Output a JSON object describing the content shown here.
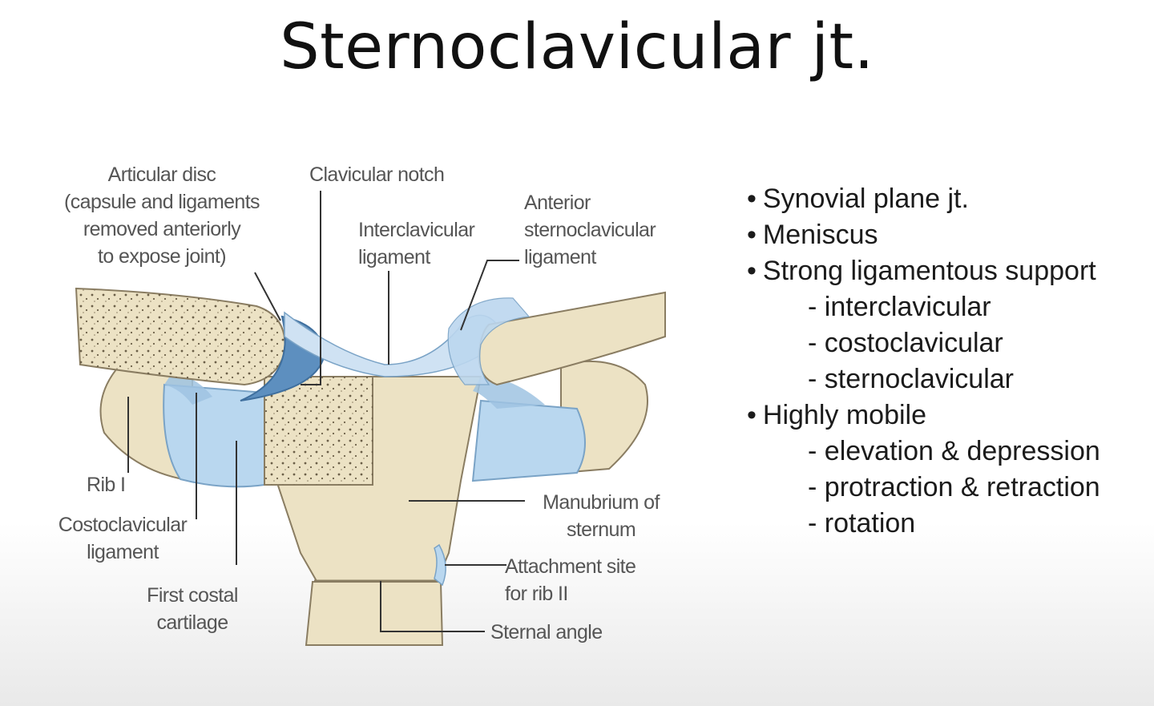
{
  "title": "Sternoclavicular jt.",
  "labels": {
    "articular_disc": "Articular disc\n(capsule and ligaments\nremoved anteriorly\nto  expose joint)",
    "clavicular_notch": "Clavicular notch",
    "interclavicular_ligament": "Interclavicular\nligament",
    "anterior_sternoclavicular_ligament": "Anterior\nsternoclavicular\nligament",
    "rib_i": "Rib I",
    "costoclavicular_ligament": "Costoclavicular\nligament",
    "first_costal_cartilage": "First costal\ncartilage",
    "manubrium": "Manubrium of\nsternum",
    "attachment_site": "Attachment site\nfor rib II",
    "sternal_angle": "Sternal angle"
  },
  "bullets": [
    {
      "level": 1,
      "text": "Synovial plane jt."
    },
    {
      "level": 1,
      "text": "Meniscus"
    },
    {
      "level": 1,
      "text": "Strong ligamentous support"
    },
    {
      "level": 2,
      "text": "interclavicular"
    },
    {
      "level": 2,
      "text": "costoclavicular"
    },
    {
      "level": 2,
      "text": "sternoclavicular"
    },
    {
      "level": 1,
      "text": "Highly mobile"
    },
    {
      "level": 2,
      "text": "elevation & depression"
    },
    {
      "level": 2,
      "text": "protraction & retraction"
    },
    {
      "level": 2,
      "text": "rotation"
    }
  ],
  "colors": {
    "bone": "#ece2c4",
    "bone_outline": "#8a7d62",
    "cartilage": "#b9d7ef",
    "ligament": "#9fc3e2",
    "leader_line": "#333333"
  }
}
